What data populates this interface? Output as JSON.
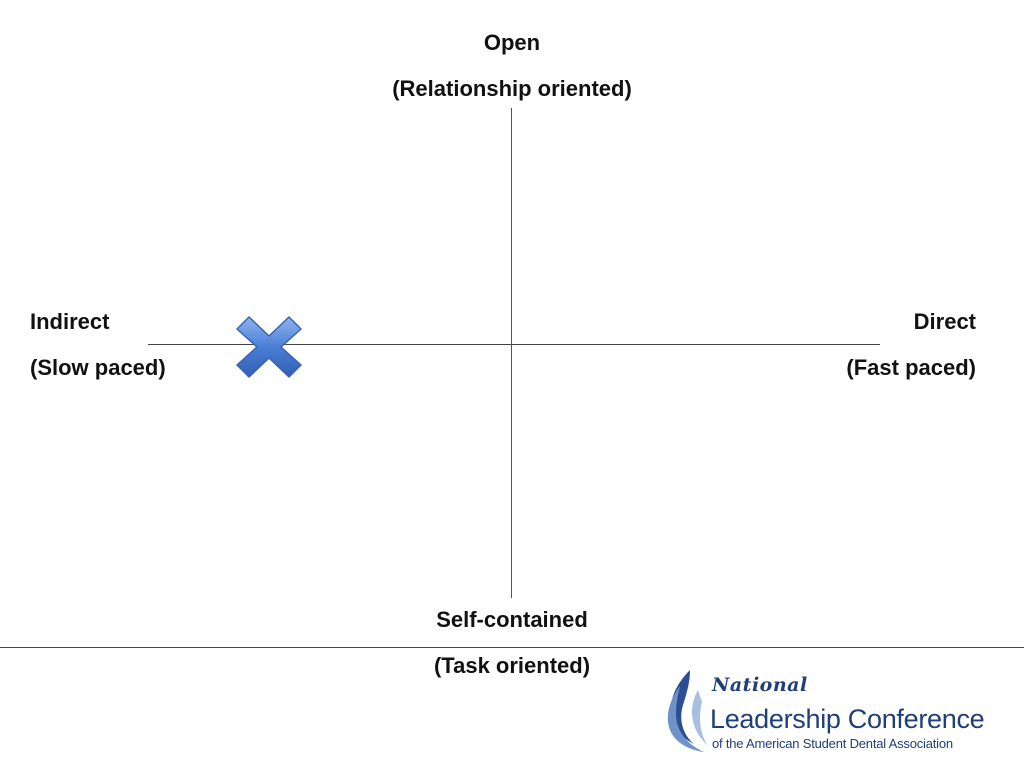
{
  "quadrant": {
    "top": {
      "line1": "Open",
      "line2": "(Relationship oriented)"
    },
    "bottom": {
      "line1": "Self-contained",
      "line2": "(Task oriented)"
    },
    "left": {
      "line1": "Indirect",
      "line2": "(Slow paced)"
    },
    "right": {
      "line1": "Direct",
      "line2": "(Fast paced)"
    }
  },
  "marker": {
    "icon": "x-mark-icon",
    "color": "#4a7fd6"
  },
  "logo": {
    "line1": "National",
    "line2": "Leadership Conference",
    "line3": "of the American Student Dental Association",
    "color": "#1f3f7a"
  }
}
